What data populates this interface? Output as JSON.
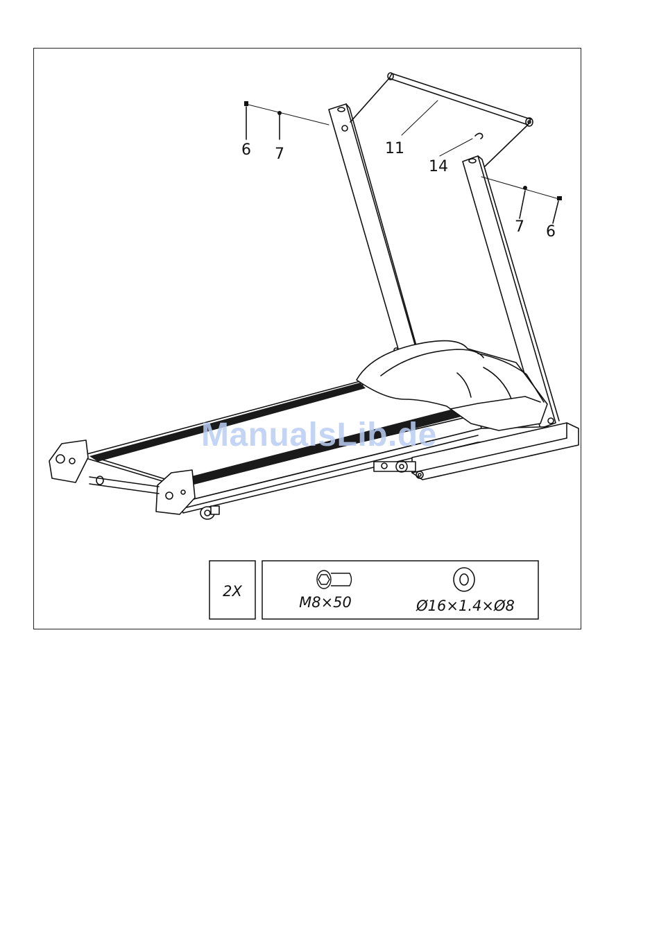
{
  "figure": {
    "callouts": {
      "left_screw": "6",
      "left_washer": "7",
      "crossbar": "11",
      "cable": "14",
      "right_washer": "7",
      "right_screw": "6"
    },
    "hardware": {
      "quantity": "2X",
      "bolt_label": "M8×50",
      "washer_label": "Ø16×1.4×Ø8"
    }
  },
  "watermark": "ManualsLib.de"
}
